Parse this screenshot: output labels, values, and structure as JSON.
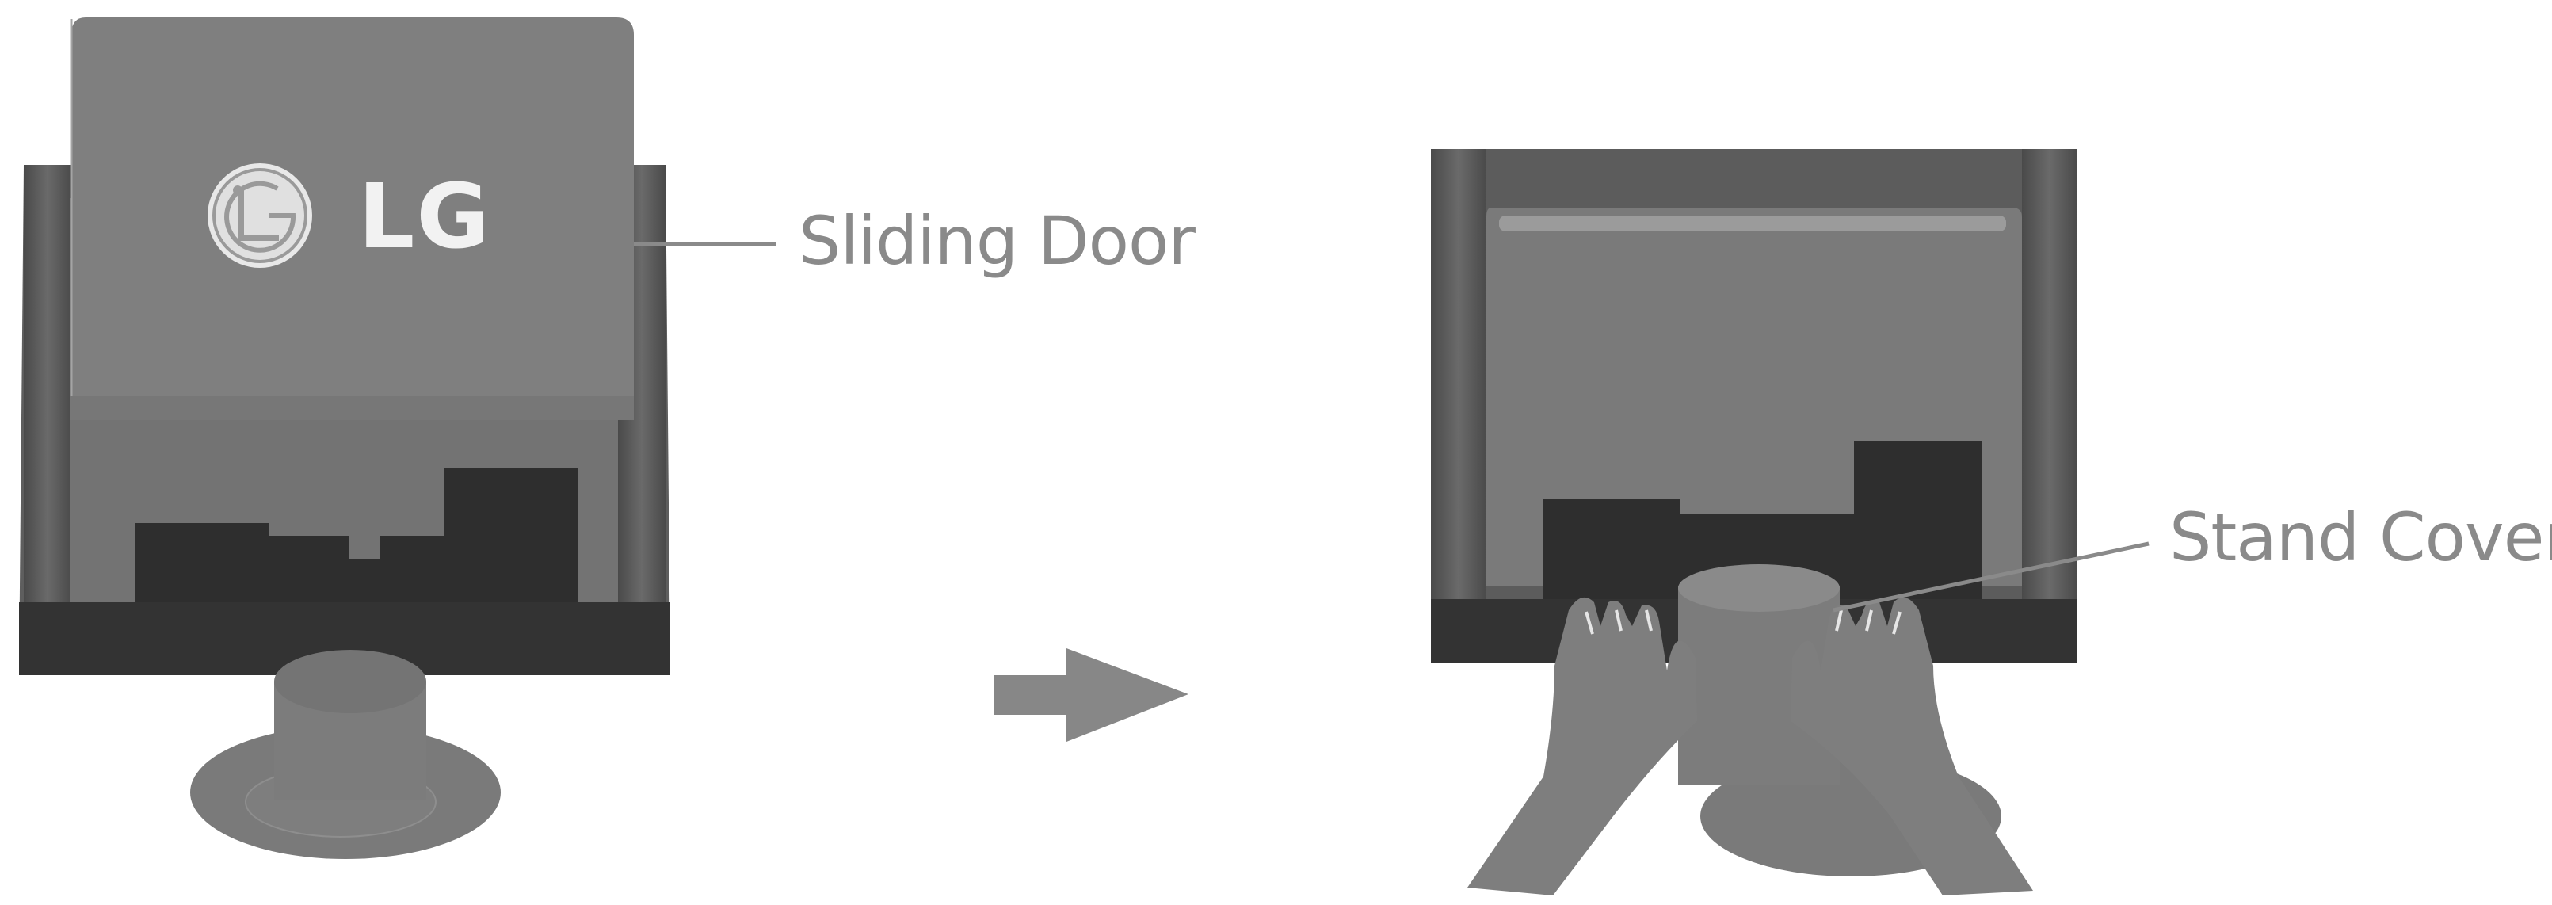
{
  "brand": {
    "logo_text": "LG"
  },
  "callouts": {
    "sliding_door": "Sliding Door",
    "stand_cover": "Stand Cover"
  },
  "colors": {
    "body": "#707070",
    "door": "#808080",
    "dark": "#3a3a3a",
    "label": "#8a8a8a",
    "arrow": "#878787"
  }
}
